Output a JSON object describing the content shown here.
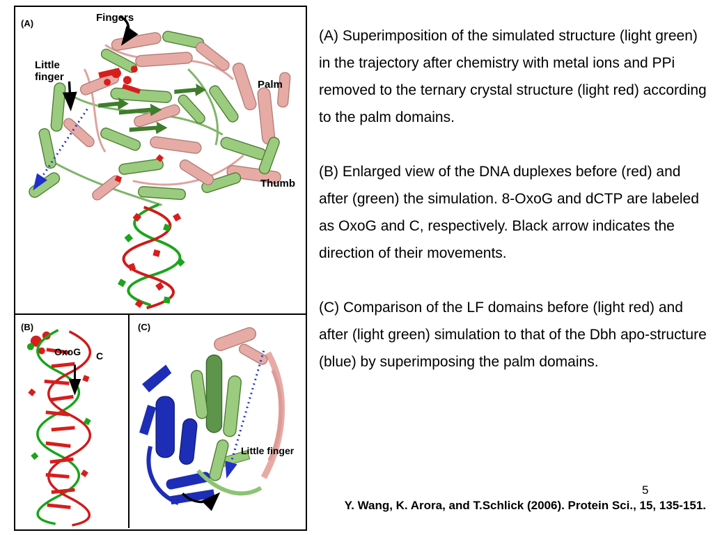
{
  "slide": {
    "page_number": "5",
    "citation": "Y. Wang, K. Arora, and T.Schlick (2006). Protein Sci., 15, 135-151."
  },
  "figure": {
    "panel_a": {
      "label": "(A)",
      "fingers_label": "Fingers",
      "little_finger_label": "Little finger",
      "palm_label": "Palm",
      "thumb_label": "Thumb"
    },
    "panel_b": {
      "label": "(B)",
      "oxog_label": "OxoG",
      "c_label": "C"
    },
    "panel_c": {
      "label": "(C)",
      "little_finger_label": "Little finger"
    }
  },
  "captions": {
    "a": "(A) Superimposition of the simulated structure (light green) in the trajectory after chemistry with metal ions and PPi removed to the ternary crystal structure (light red) according to the palm domains.",
    "b": "(B) Enlarged view of the DNA duplexes before (red) and after (green) the simulation. 8-OxoG and dCTP are labeled as OxoG and C, respectively. Black arrow indicates the direction of their movements.",
    "c": "(C) Comparison of the LF domains before (light red) and after (light green) simulation to that of the Dbh apo-structure (blue) by superimposing the palm domains."
  },
  "colors": {
    "light_green": "#9bcb7f",
    "light_red": "#e7aba5",
    "dark_green": "#3f7d2c",
    "red": "#d81d1d",
    "blue": "#2030c8",
    "text": "#000000"
  }
}
